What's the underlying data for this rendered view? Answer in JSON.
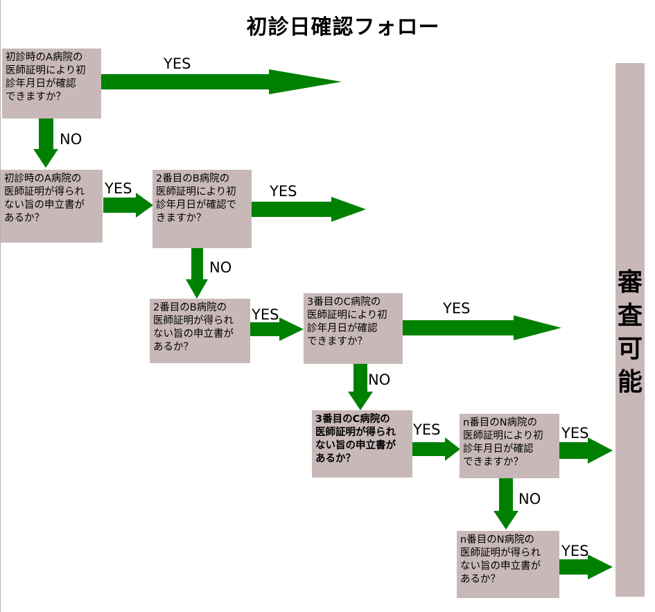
{
  "title": "初診日確認フォロー",
  "boxes": {
    "b1": "初診時のA病院の\n医師証明により初\n診年月日が確認\nできますか？",
    "b2": "初診時のA病院の\n医師証明が得られ\nない旨の申立書が\nあるか？",
    "b3": "2番目のB病院の\n医師証明により初\n診年月日が確認で\nきますか？",
    "b4": "2番目のB病院の\n医師証明が得られ\nない旨の申立書が\nあるか？",
    "b5": "3番目のC病院の\n医師証明により初\n診年月日が確認\nできますか？",
    "b6": "3番目のC病院の\n医師証明が得られ\nない旨の申立書が\nあるか？",
    "b7": "n番目のN病院の\n医師証明により初\n診年月日が確認\nできますか？",
    "b8": "n番目のN病院の\n医師証明が得られ\nない旨の申立書が\nあるか？"
  },
  "labels": {
    "yes": "YES",
    "no": "NO"
  },
  "result": "審\n査\n可\n能",
  "colors": {
    "arrow": "#008000",
    "box_fill": "#c8b8b8",
    "result_fill": "#c8b8b8"
  }
}
